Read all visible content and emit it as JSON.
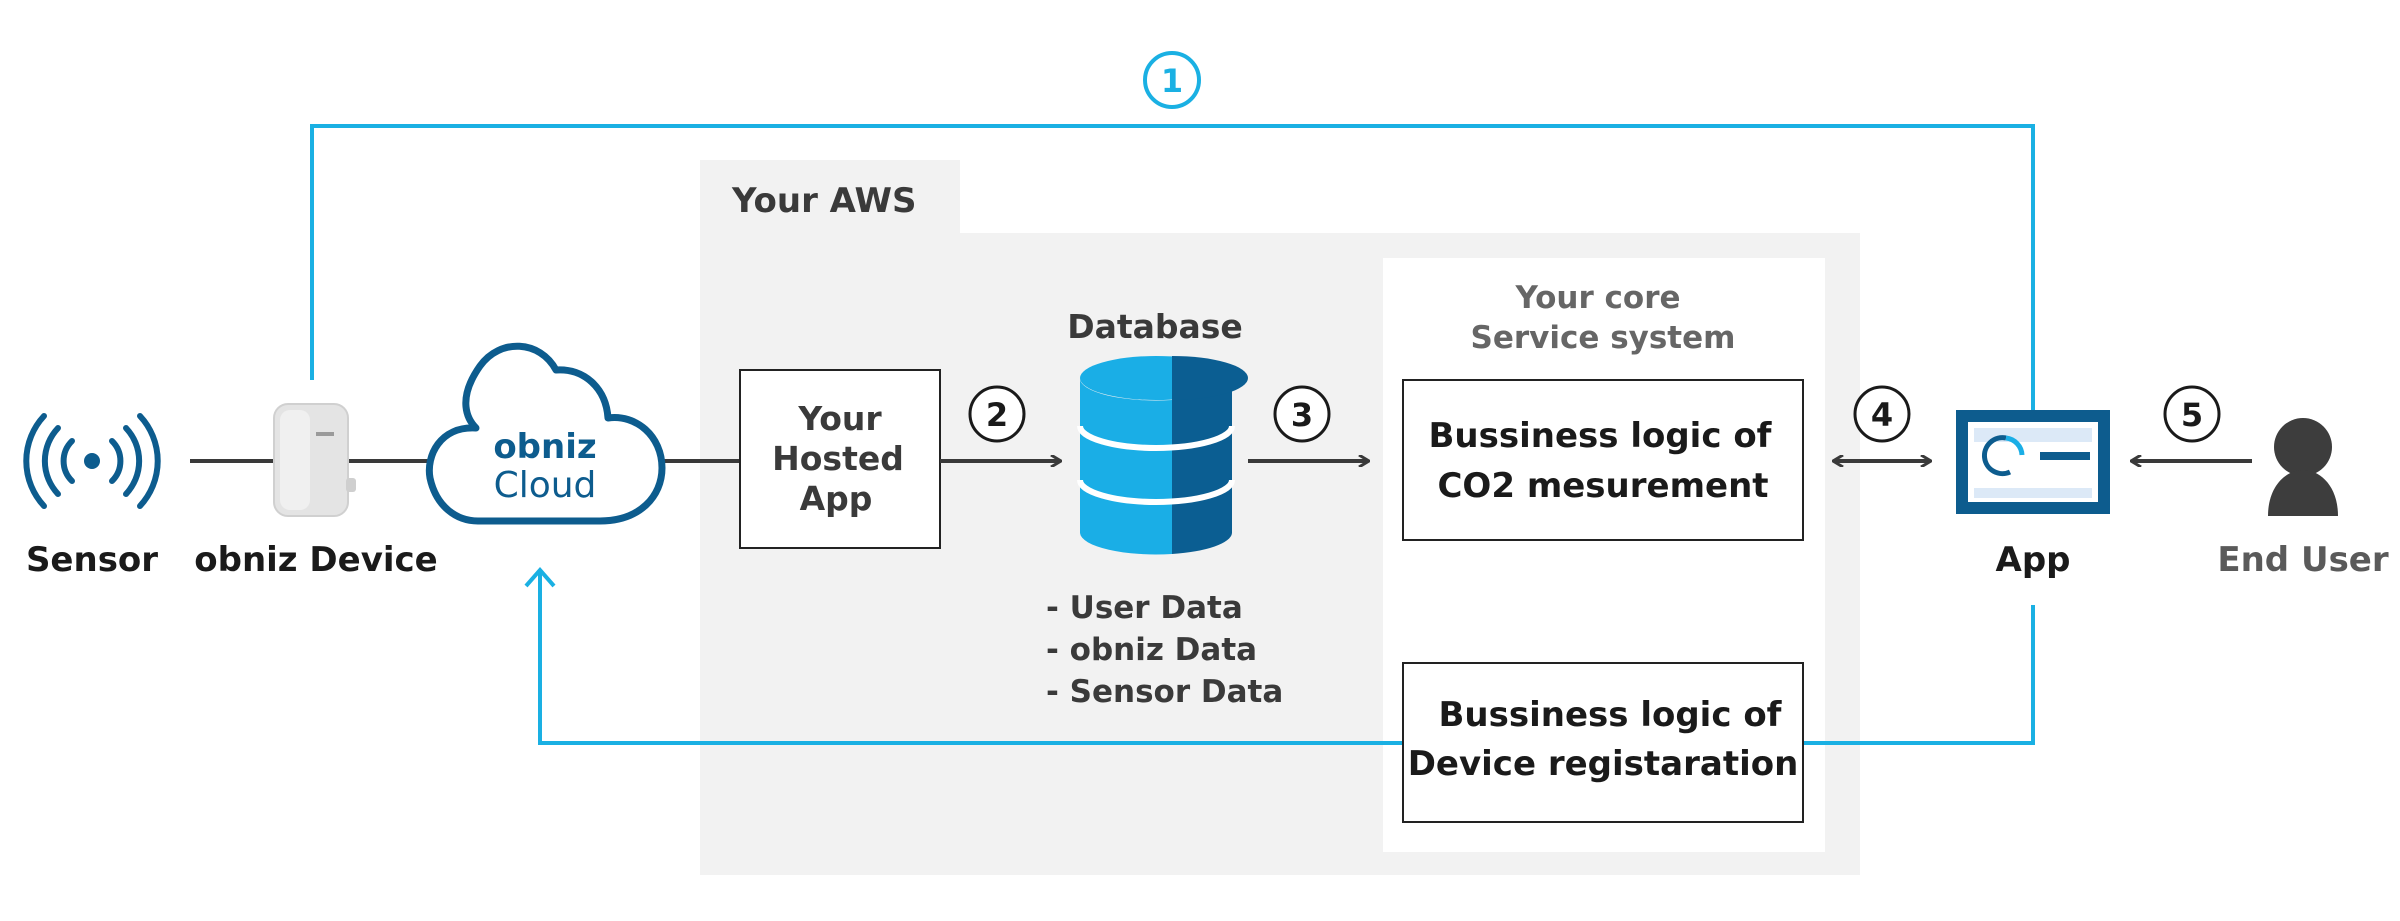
{
  "colors": {
    "flow_blue": "#1ab0e3",
    "obniz_navy": "#0d5c8e",
    "db_light": "#1aaee6",
    "db_dark": "#0b5e92",
    "aws_bg": "#f2f2f2",
    "text_dark": "#1a1a1a",
    "text_gray": "#5a5a5a",
    "line_dark": "#3a3a3a",
    "user_icon": "#3d3d3d"
  },
  "nodes": {
    "sensor": {
      "label": "Sensor",
      "icon": "wireless-signal-icon"
    },
    "device": {
      "label": "obniz Device",
      "icon": "obniz-device-icon"
    },
    "cloud": {
      "line1": "obniz",
      "line2": "Cloud",
      "icon": "cloud-icon"
    },
    "hosted_app": {
      "line1": "Your",
      "line2": "Hosted",
      "line3": "App"
    },
    "database": {
      "title": "Database",
      "items": [
        "- User Data",
        "- obniz Data",
        "- Sensor Data"
      ],
      "icon": "database-icon"
    },
    "core": {
      "line1": "Your core",
      "line2": "Service system"
    },
    "logic_co2": {
      "line1": "Bussiness logic of",
      "line2": "CO2 mesurement"
    },
    "logic_device": {
      "line1": "Bussiness logic of",
      "line2": "Device registaration"
    },
    "app": {
      "label": "App",
      "icon": "app-dashboard-icon"
    },
    "end_user": {
      "label": "End User",
      "icon": "user-icon"
    }
  },
  "aws": {
    "label": "Your AWS"
  },
  "steps": [
    "1",
    "2",
    "3",
    "4",
    "5"
  ]
}
